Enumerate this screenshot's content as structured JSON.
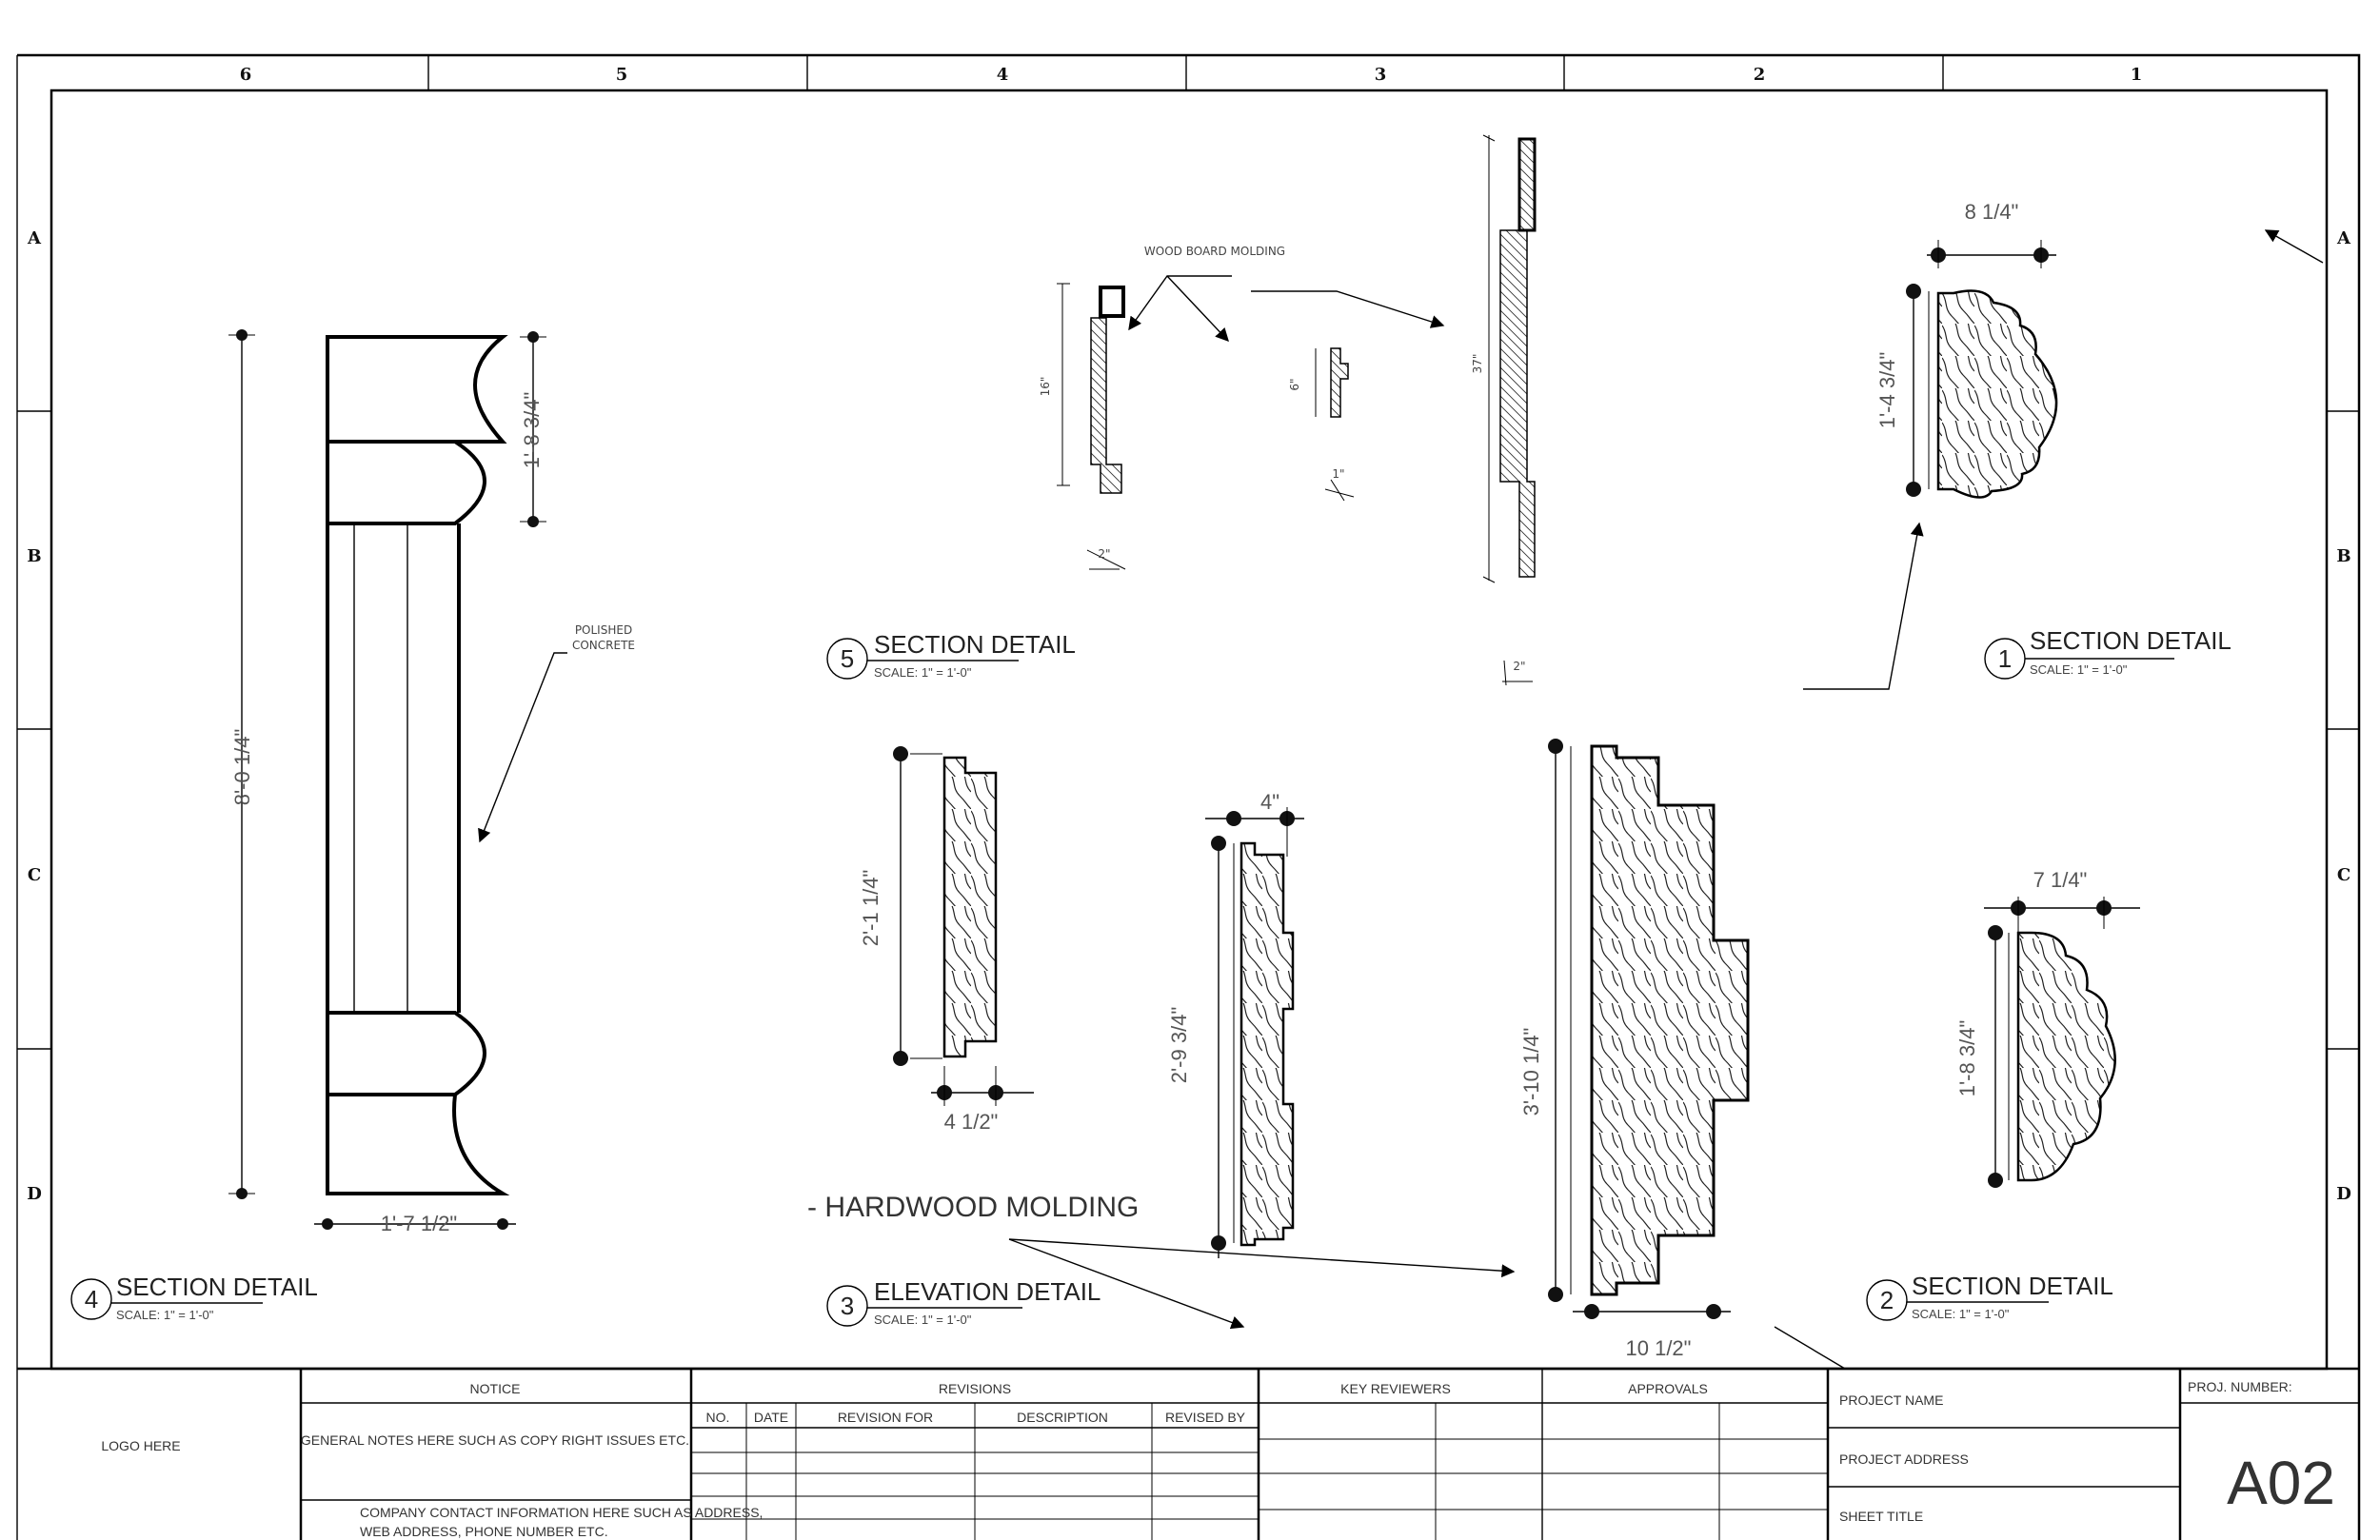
{
  "zones": {
    "columns": [
      "6",
      "5",
      "4",
      "3",
      "2",
      "1"
    ],
    "rows": [
      "A",
      "B",
      "C",
      "D"
    ]
  },
  "details": {
    "d1": {
      "number": "1",
      "title": "SECTION DETAIL",
      "scale": "SCALE: 1\" = 1'-0\"",
      "dim_w": "8 1/4\"",
      "dim_h": "1'-4 3/4\""
    },
    "d2": {
      "number": "2",
      "title": "SECTION DETAIL",
      "scale": "SCALE: 1\" = 1'-0\"",
      "dim_w": "7 1/4\"",
      "dim_h": "1'-8 3/4\""
    },
    "d3": {
      "number": "3",
      "title": "ELEVATION DETAIL",
      "scale": "SCALE: 1\" = 1'-0\"",
      "dim_a_h": "2'-1 1/4\"",
      "dim_a_w": "4 1/2\"",
      "dim_b_h": "2'-9 3/4\"",
      "dim_b_w": "4\"",
      "dim_c_h": "3'-10 1/4\"",
      "dim_c_w": "10 1/2\""
    },
    "d4": {
      "number": "4",
      "title": "SECTION DETAIL",
      "scale": "SCALE: 1\" = 1'-0\"",
      "dim_h": "8'-0 1/4\"",
      "dim_top": "1'-8 3/4\"",
      "dim_w": "1'-7 1/2\"",
      "note": [
        "POLISHED",
        "CONCRETE"
      ]
    },
    "d5": {
      "number": "5",
      "title": "SECTION DETAIL",
      "scale": "SCALE: 1\" = 1'-0\"",
      "note": "WOOD BOARD MOLDING",
      "dim_a": "16\"",
      "dim_a_w": "2\"",
      "dim_b": "6\"",
      "dim_b_w": "1\"",
      "dim_c": "37\"",
      "dim_c_w": "2\""
    }
  },
  "hardwood_label": "- HARDWOOD MOLDING",
  "title_block": {
    "logo": "LOGO HERE",
    "notice_header": "NOTICE",
    "notice_text": "GENERAL NOTES HERE SUCH AS COPY RIGHT ISSUES ETC.",
    "contact_text": [
      "COMPANY CONTACT INFORMATION HERE SUCH AS ADDRESS,",
      "WEB ADDRESS, PHONE NUMBER ETC."
    ],
    "revisions_header": "REVISIONS",
    "revision_columns": [
      "NO.",
      "DATE",
      "REVISION FOR",
      "DESCRIPTION",
      "REVISED BY"
    ],
    "key_reviewers": "KEY REVIEWERS",
    "approvals": "APPROVALS",
    "project_name": "PROJECT NAME",
    "project_address": "PROJECT ADDRESS",
    "sheet_title": "SHEET TITLE",
    "proj_number_label": "PROJ. NUMBER:",
    "sheet_number": "A02"
  }
}
